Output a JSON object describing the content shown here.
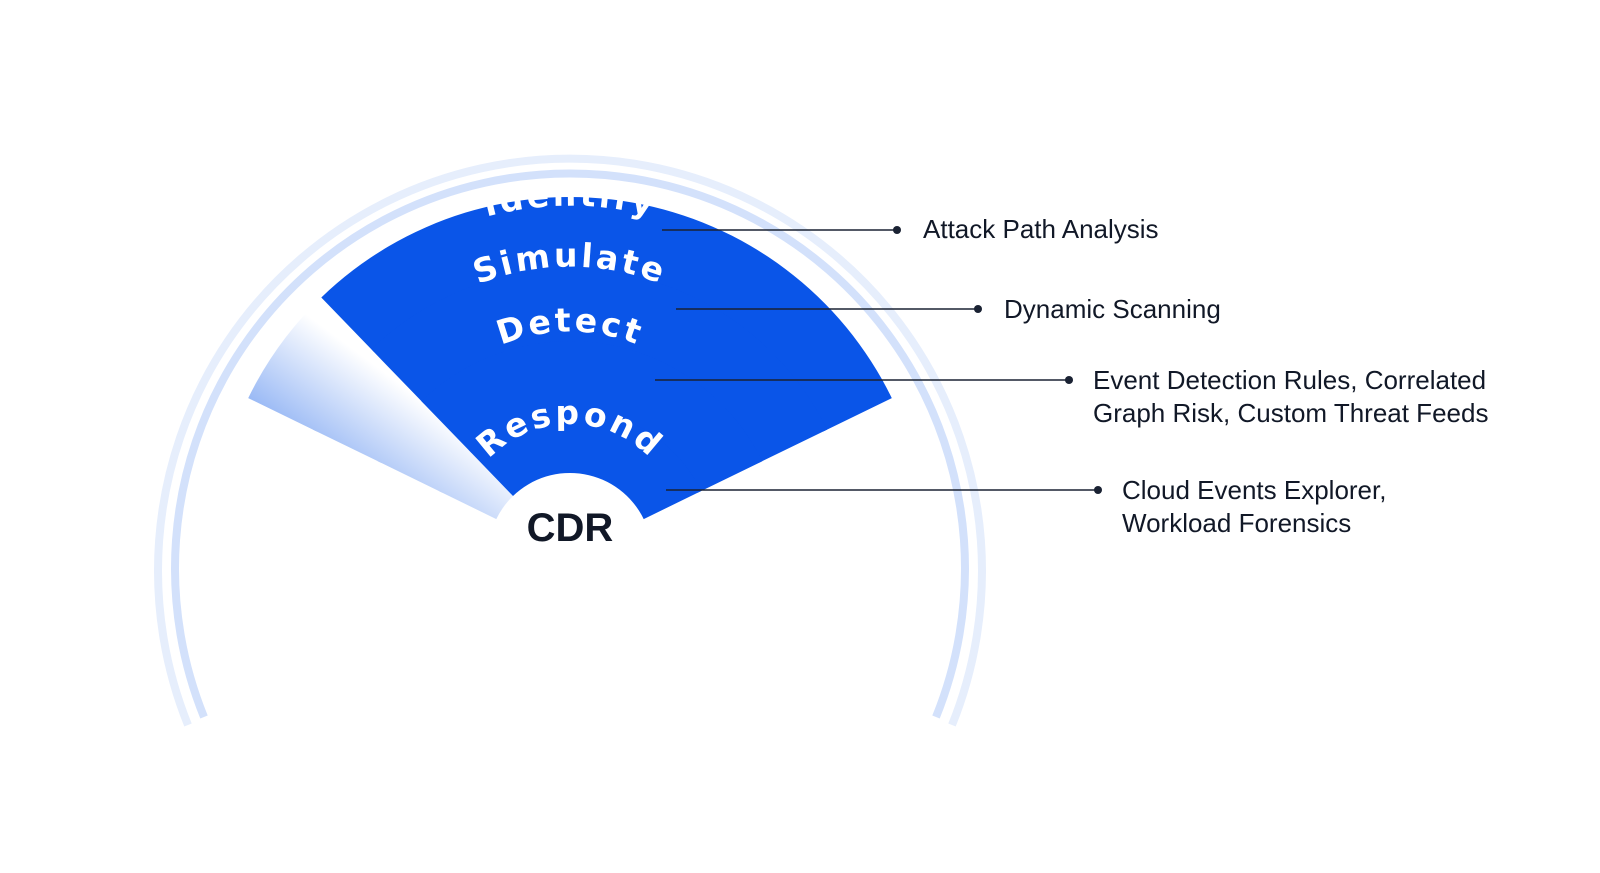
{
  "center_label": "CDR",
  "colors": {
    "band": "#0a55e8",
    "band_faded": "#4a84ef",
    "halo_outer": "#e6eefc",
    "halo_inner": "#d3e1fb",
    "leader": "#1a2233",
    "text": "#111827"
  },
  "layers": [
    {
      "label": "Identify",
      "callout": [
        "Attack Path Analysis"
      ]
    },
    {
      "label": "Simulate",
      "callout": [
        "Dynamic Scanning"
      ]
    },
    {
      "label": "Detect",
      "callout": [
        "Event Detection Rules, Correlated",
        "Graph Risk, Custom Threat Feeds"
      ]
    },
    {
      "label": "Respond",
      "callout": [
        "Cloud Events Explorer,",
        "Workload Forensics"
      ]
    }
  ]
}
